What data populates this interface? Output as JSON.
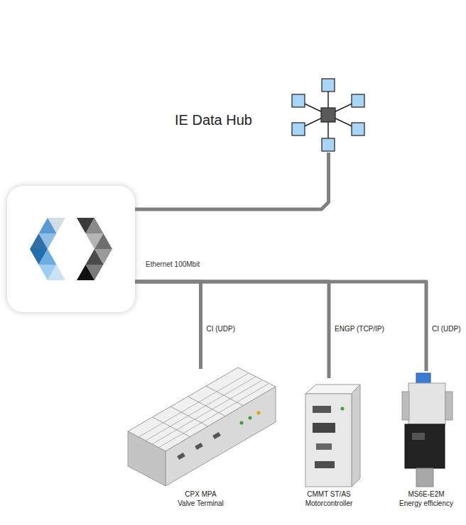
{
  "diagram": {
    "nodes": [
      {
        "text": [
          "IE Data Hub"
        ]
      },
      {
        "text": []
      },
      {
        "text": [
          "CPX MPA",
          "Valve Terminal"
        ]
      },
      {
        "text": [
          "CMMT ST/AS",
          "Motorcontroller"
        ]
      },
      {
        "text": [
          "MS6E-E2M",
          "Energy efficiency"
        ]
      }
    ],
    "edges": [
      {
        "from": 1,
        "to": 0,
        "arrow": "none"
      },
      {
        "from": 1,
        "to": 2,
        "label": "CI (UDP)",
        "arrow": "none"
      },
      {
        "from": 1,
        "to": 3,
        "label": "ENGP (TCP/IP)",
        "arrow": "none"
      },
      {
        "from": 1,
        "to": 4,
        "label": "CI (UDP)",
        "arrow": "none"
      }
    ],
    "labels": [
      "Ethernet 100Mbit"
    ]
  }
}
